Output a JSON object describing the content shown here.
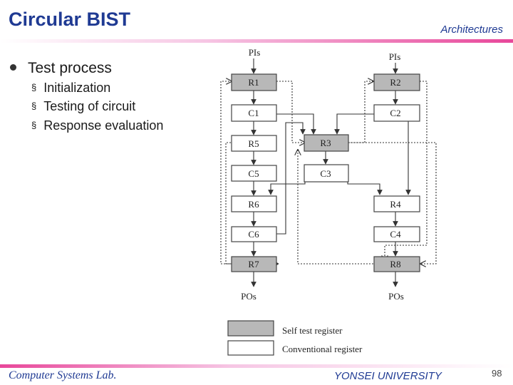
{
  "slide": {
    "title": "Circular BIST",
    "section": "Architectures",
    "bullet": "Test process",
    "subitems": [
      "Initialization",
      "Testing of circuit",
      "Response evaluation"
    ],
    "subbullet_glyph": "§",
    "footer_left": "Computer Systems Lab.",
    "footer_center": "YONSEI UNIVERSITY",
    "page_number": "98"
  },
  "diagram": {
    "inputs_label": "PIs",
    "outputs_label": "POs",
    "blocks": {
      "R1": "R1",
      "C1": "C1",
      "R5": "R5",
      "C5": "C5",
      "R6": "R6",
      "C6": "C6",
      "R7": "R7",
      "R2": "R2",
      "C2": "C2",
      "R3": "R3",
      "C3": "C3",
      "R4": "R4",
      "C4": "C4",
      "R8": "R8"
    },
    "legend": {
      "self_test": "Self test register",
      "conventional": "Conventional register"
    },
    "colors": {
      "self_test_fill": "#b8b8b8",
      "conventional_fill": "#ffffff",
      "accent": "#1f3a93",
      "bar": "#e8479a"
    }
  }
}
